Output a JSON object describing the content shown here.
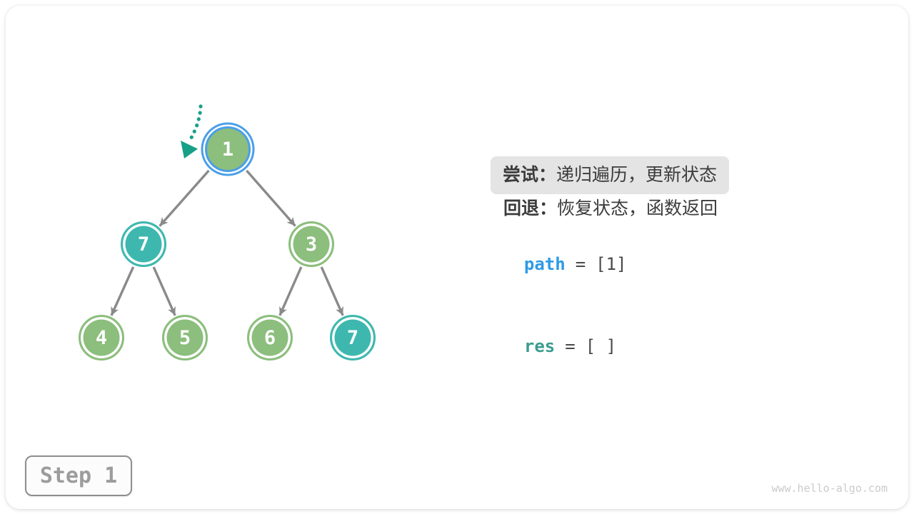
{
  "colors": {
    "node-green": "#8CBE7D",
    "node-teal": "#3EB8AF",
    "selected-blue": "#4A9FE8",
    "pointer-teal": "#16A087",
    "edge-gray": "#8A8A8A",
    "path-blue": "#2E9BE6",
    "res-teal": "#3B9C8F",
    "text-dark": "#3C3C3C",
    "highlight-bg": "#E4E4E4",
    "badge-text": "#9C9C9C",
    "badge-border": "#8E8E8E",
    "watermark-gray": "#CBCBCB"
  },
  "tree": {
    "nodes": [
      {
        "id": "root",
        "value": "1",
        "variant": "green",
        "selected": true
      },
      {
        "id": "l",
        "value": "7",
        "variant": "teal",
        "selected": false
      },
      {
        "id": "r",
        "value": "3",
        "variant": "green",
        "selected": false
      },
      {
        "id": "ll",
        "value": "4",
        "variant": "green",
        "selected": false
      },
      {
        "id": "lr",
        "value": "5",
        "variant": "green",
        "selected": false
      },
      {
        "id": "rl",
        "value": "6",
        "variant": "green",
        "selected": false
      },
      {
        "id": "rr",
        "value": "7",
        "variant": "teal",
        "selected": false
      }
    ],
    "edges": [
      [
        "root",
        "l"
      ],
      [
        "root",
        "r"
      ],
      [
        "l",
        "ll"
      ],
      [
        "l",
        "lr"
      ],
      [
        "r",
        "rl"
      ],
      [
        "r",
        "rr"
      ]
    ]
  },
  "panel": {
    "try_label": "尝试：",
    "try_text": "递归遍历，更新状态",
    "back_label": "回退：",
    "back_text": "恢复状态，函数返回",
    "path_var": "path",
    "path_eq": "=",
    "path_value": "[1]",
    "res_var": "res",
    "res_eq": "=",
    "res_value": "[ ]"
  },
  "step_badge": "Step 1",
  "watermark": "www.hello-algo.com"
}
